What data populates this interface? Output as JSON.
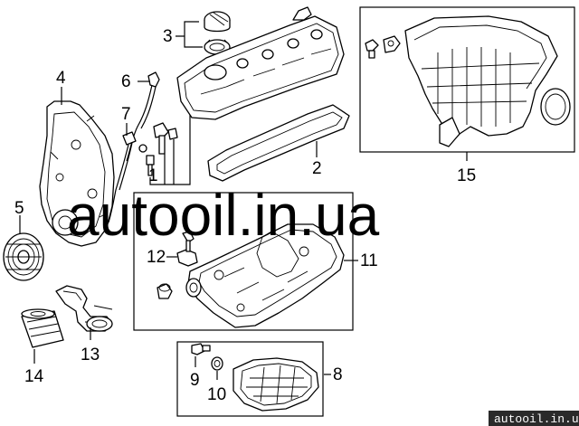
{
  "callouts": {
    "c1": "1",
    "c2": "2",
    "c3": "3",
    "c4": "4",
    "c5": "5",
    "c6": "6",
    "c7": "7",
    "c8": "8",
    "c9": "9",
    "c10": "10",
    "c11": "11",
    "c12": "12",
    "c13": "13",
    "c14": "14",
    "c15": "15"
  },
  "watermark": {
    "center": "autooil.in.ua",
    "footer": "autooil.in.ua"
  }
}
